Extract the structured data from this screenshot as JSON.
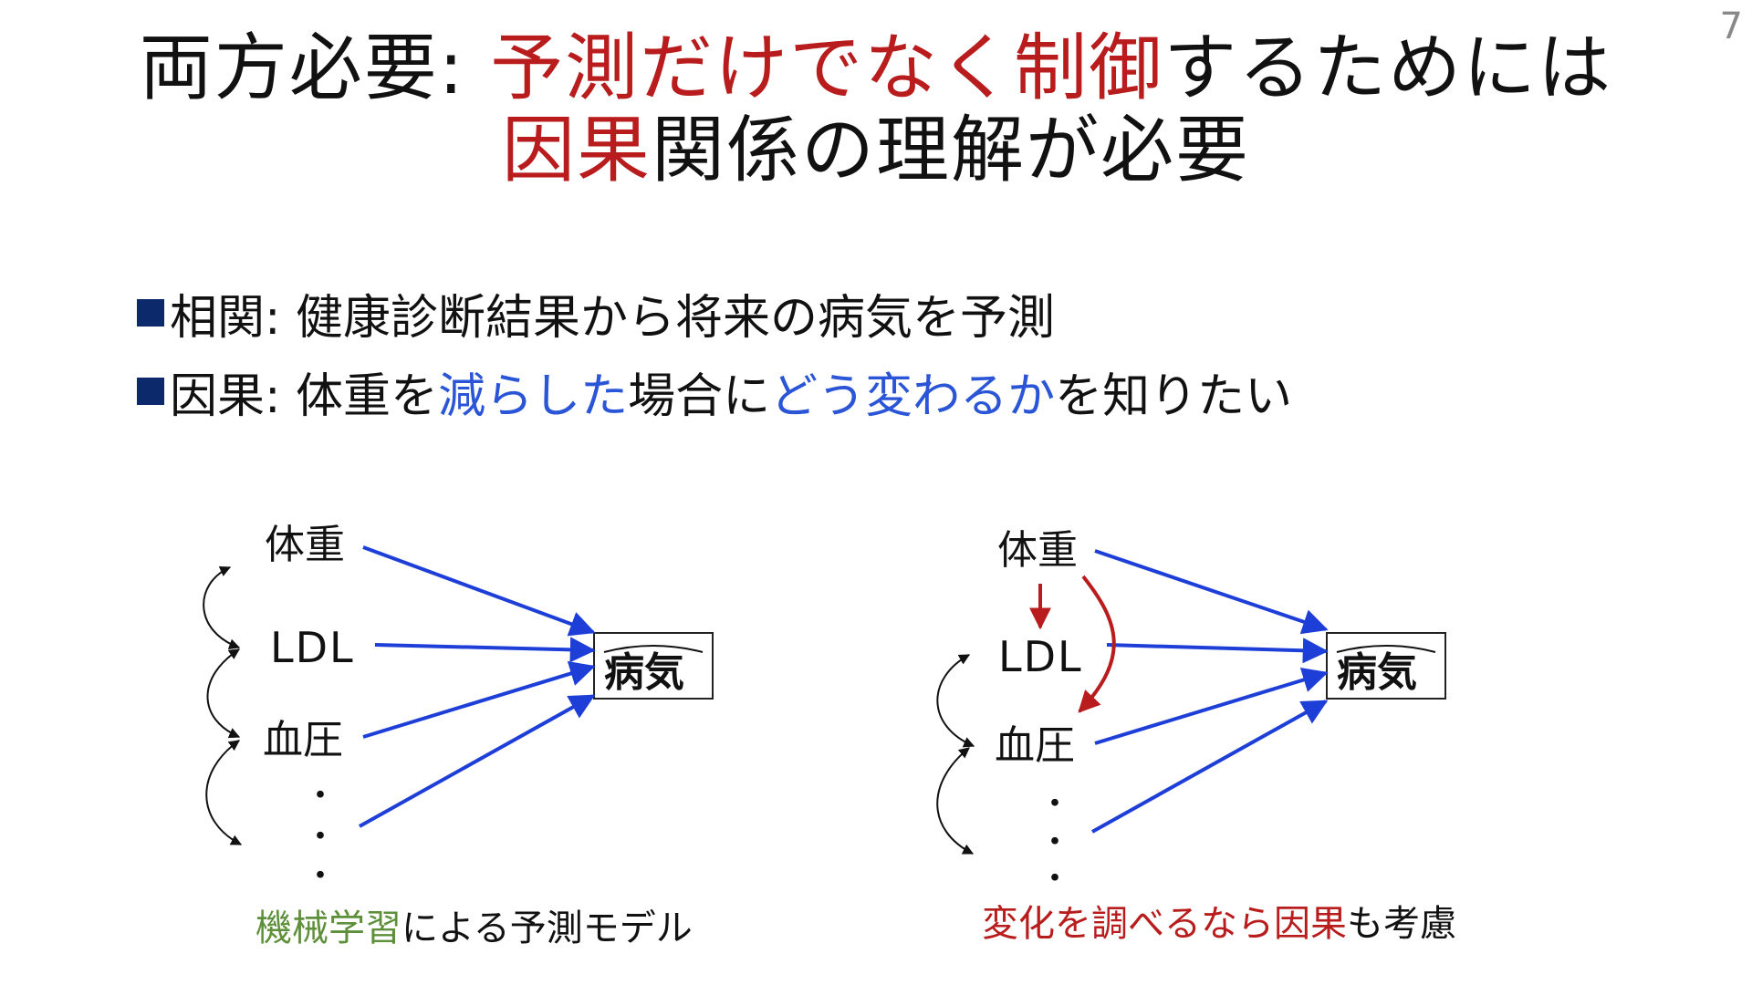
{
  "page_number": "7",
  "title": {
    "l1_a": "両方必要: ",
    "l1_b": "予測だけでなく制御",
    "l1_c": "するためには",
    "l2_a": "因果",
    "l2_b": "関係の理解が必要"
  },
  "bullets": [
    {
      "a": "相関: 健康診断結果から将来の病気を予測"
    },
    {
      "a": "因果: 体重を",
      "b": "減らした",
      "c": "場合に",
      "d": "どう変わるか",
      "e": "を知りたい"
    }
  ],
  "left_diagram": {
    "nodes": [
      "体重",
      "LDL",
      "血圧"
    ],
    "dots": [
      "・",
      "・",
      "・"
    ],
    "target": "病気",
    "caption_a": "機械学習",
    "caption_b": "による予測モデル"
  },
  "right_diagram": {
    "nodes": [
      "体重",
      "LDL",
      "血圧"
    ],
    "dots": [
      "・",
      "・",
      "・"
    ],
    "target": "病気",
    "caption_a": "変化を調べるなら因果",
    "caption_b": "も考慮"
  },
  "colors": {
    "title_red": "#b81c1c",
    "emphasis_blue": "#2a55d6",
    "caption_green": "#5e8f3b",
    "arrow_blue": "#1d3fd8",
    "arrow_red": "#b81c1c",
    "bullet_square": "#0c2a6b"
  }
}
